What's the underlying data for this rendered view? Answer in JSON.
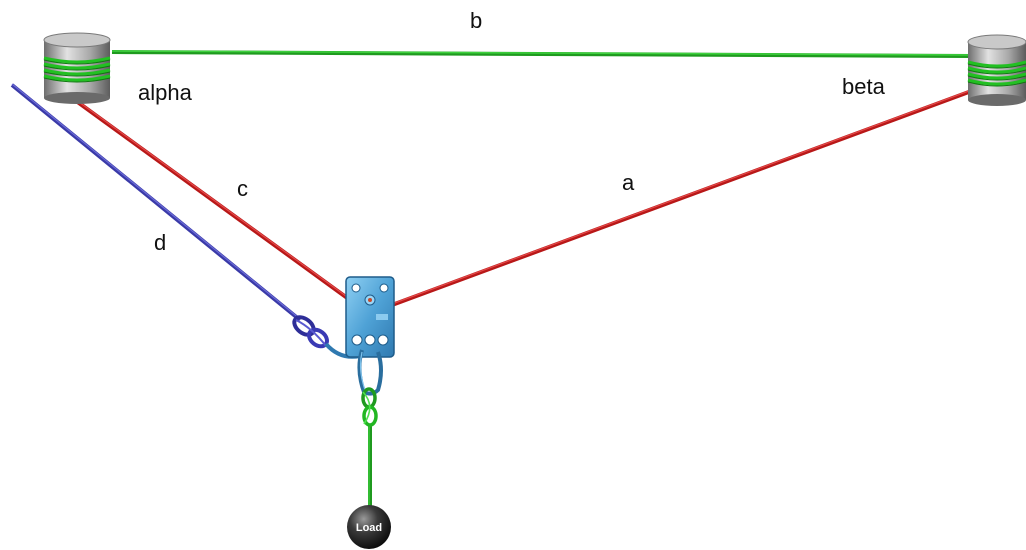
{
  "labels": {
    "b": "b",
    "alpha": "alpha",
    "beta": "beta",
    "c": "c",
    "a": "a",
    "d": "d",
    "load": "Load"
  },
  "colors": {
    "green_rope": "#22b622",
    "red_rope": "#c81e1e",
    "blue_rope": "#3a3aa8",
    "anchor_gray": "#9a9a9a",
    "plate_blue": "#5aa6d8",
    "load_dark": "#2a2a2a"
  },
  "icons": {
    "anchor_left": "anchor-drum-icon",
    "anchor_right": "anchor-drum-icon",
    "plate": "rigging-plate-icon",
    "load": "load-ball-icon",
    "knot": "figure-eight-knot-icon"
  }
}
